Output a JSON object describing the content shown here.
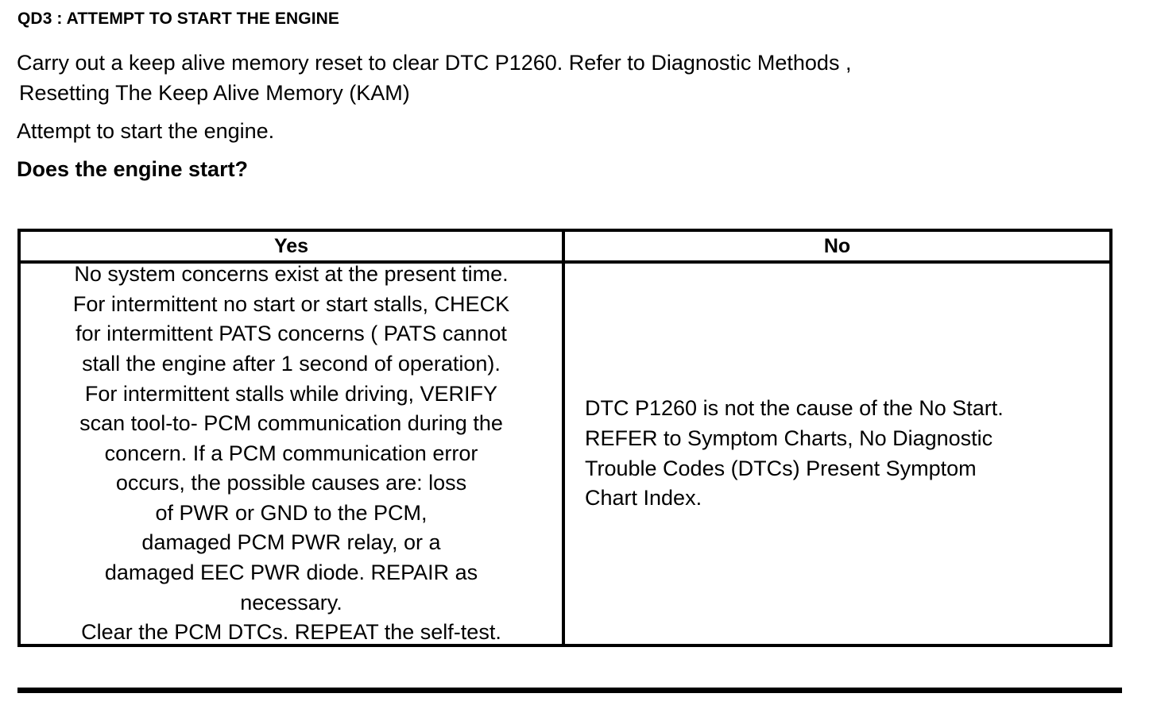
{
  "document": {
    "step_id": "QD3",
    "step_title": "QD3 : ATTEMPT TO START THE ENGINE",
    "instructions": [
      {
        "id": "kam-reset",
        "emphasis": "normal",
        "lines": [
          "Carry out a keep alive memory reset to clear DTC P1260. Refer to Diagnostic Methods ,",
          "Resetting The  Keep Alive Memory (KAM)"
        ]
      },
      {
        "id": "attempt-start",
        "emphasis": "normal",
        "lines": [
          "Attempt to start the engine."
        ]
      },
      {
        "id": "question",
        "emphasis": "bold",
        "lines": [
          "Does the engine start?"
        ]
      }
    ],
    "decision_table": {
      "columns": [
        {
          "key": "yes",
          "header": "Yes",
          "align": "center"
        },
        {
          "key": "no",
          "header": "No",
          "align": "left"
        }
      ],
      "yes_lines": [
        "No system concerns exist at the present time.",
        "For intermittent no start or start stalls, CHECK",
        "for intermittent PATS concerns ( PATS cannot",
        "stall the engine after 1 second of operation).",
        "For intermittent stalls while driving, VERIFY",
        "scan tool-to- PCM communication during the",
        "concern. If a PCM communication error",
        "occurs, the possible causes are: loss",
        "of PWR or GND to the PCM,",
        "damaged PCM  PWR relay, or a",
        "damaged EEC  PWR diode. REPAIR as",
        "necessary.",
        "Clear the PCM DTCs. REPEAT the self-test."
      ],
      "no_lines": [
        "DTC P1260 is not the cause of the No Start.",
        "REFER to Symptom Charts, No Diagnostic",
        "Trouble Codes (DTCs) Present Symptom",
        "Chart Index."
      ]
    }
  },
  "style": {
    "ink_color": "#000000",
    "page_color": "#ffffff"
  }
}
